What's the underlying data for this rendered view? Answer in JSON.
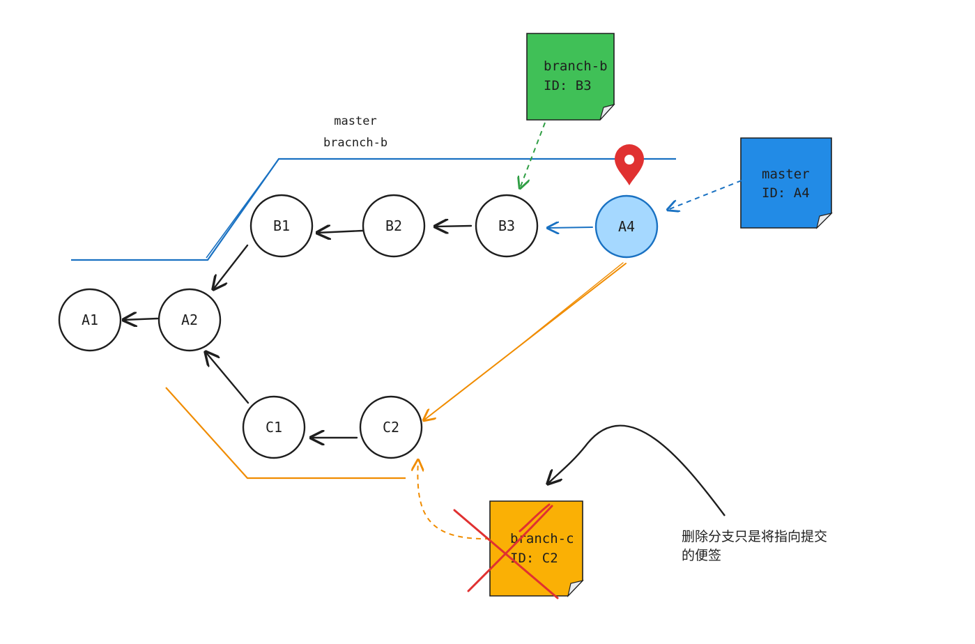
{
  "commits": {
    "a1": {
      "label": "A1"
    },
    "a2": {
      "label": "A2"
    },
    "b1": {
      "label": "B1"
    },
    "b2": {
      "label": "B2"
    },
    "b3": {
      "label": "B3"
    },
    "a4": {
      "label": "A4"
    },
    "c1": {
      "label": "C1"
    },
    "c2": {
      "label": "C2"
    }
  },
  "notes": {
    "branch_b": {
      "line1": "branch-b",
      "line2": "ID: B3",
      "color": "#40c057"
    },
    "master": {
      "line1": "master",
      "line2": "ID: A4",
      "color": "#228be6"
    },
    "branch_c": {
      "line1": "branch-c",
      "line2": "ID: C2",
      "color": "#fab005"
    }
  },
  "branch_line_label": {
    "line1": "master",
    "line2": "bracnch-b"
  },
  "annotation": {
    "line1": "删除分支只是将指向提交",
    "line2": "的便签"
  },
  "colors": {
    "blue": "#1971c2",
    "green": "#2f9e44",
    "orange": "#f08c00",
    "red": "#e03131",
    "head_fill": "#a5d8ff",
    "ink": "#1e1e1e"
  },
  "icons": {
    "head_marker": "map-pin-icon"
  }
}
